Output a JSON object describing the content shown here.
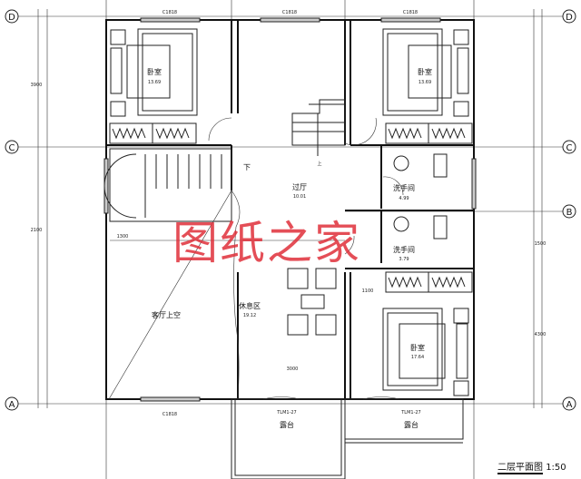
{
  "drawing_title": "二层平面图",
  "scale": "1:50",
  "watermark": "图纸之家",
  "axes": [
    "D",
    "C",
    "B",
    "A"
  ],
  "rooms": [
    {
      "name": "卧室",
      "area": "13.69"
    },
    {
      "name": "卧室",
      "area": "13.69"
    },
    {
      "name": "过厅",
      "area": "10.01"
    },
    {
      "name": "洗手间",
      "area": "4.99"
    },
    {
      "name": "洗手间",
      "area": "3.79"
    },
    {
      "name": "客厅上空",
      "area": ""
    },
    {
      "name": "休息区",
      "area": "19.12"
    },
    {
      "name": "卧室",
      "area": "17.64"
    },
    {
      "name": "露台",
      "area": ""
    },
    {
      "name": "露台",
      "area": ""
    }
  ],
  "stair_labels": {
    "down": "下",
    "up": "上"
  },
  "windows": {
    "top": "C1818",
    "bottom_left": "C1818",
    "door1": "TLM1-27",
    "door2": "TLM1-27"
  },
  "dimensions": {
    "d1": "1300",
    "d2": "3000",
    "d3": "1100",
    "d4": "2100",
    "d5": "4300",
    "d6": "3900",
    "d7": "1500"
  }
}
